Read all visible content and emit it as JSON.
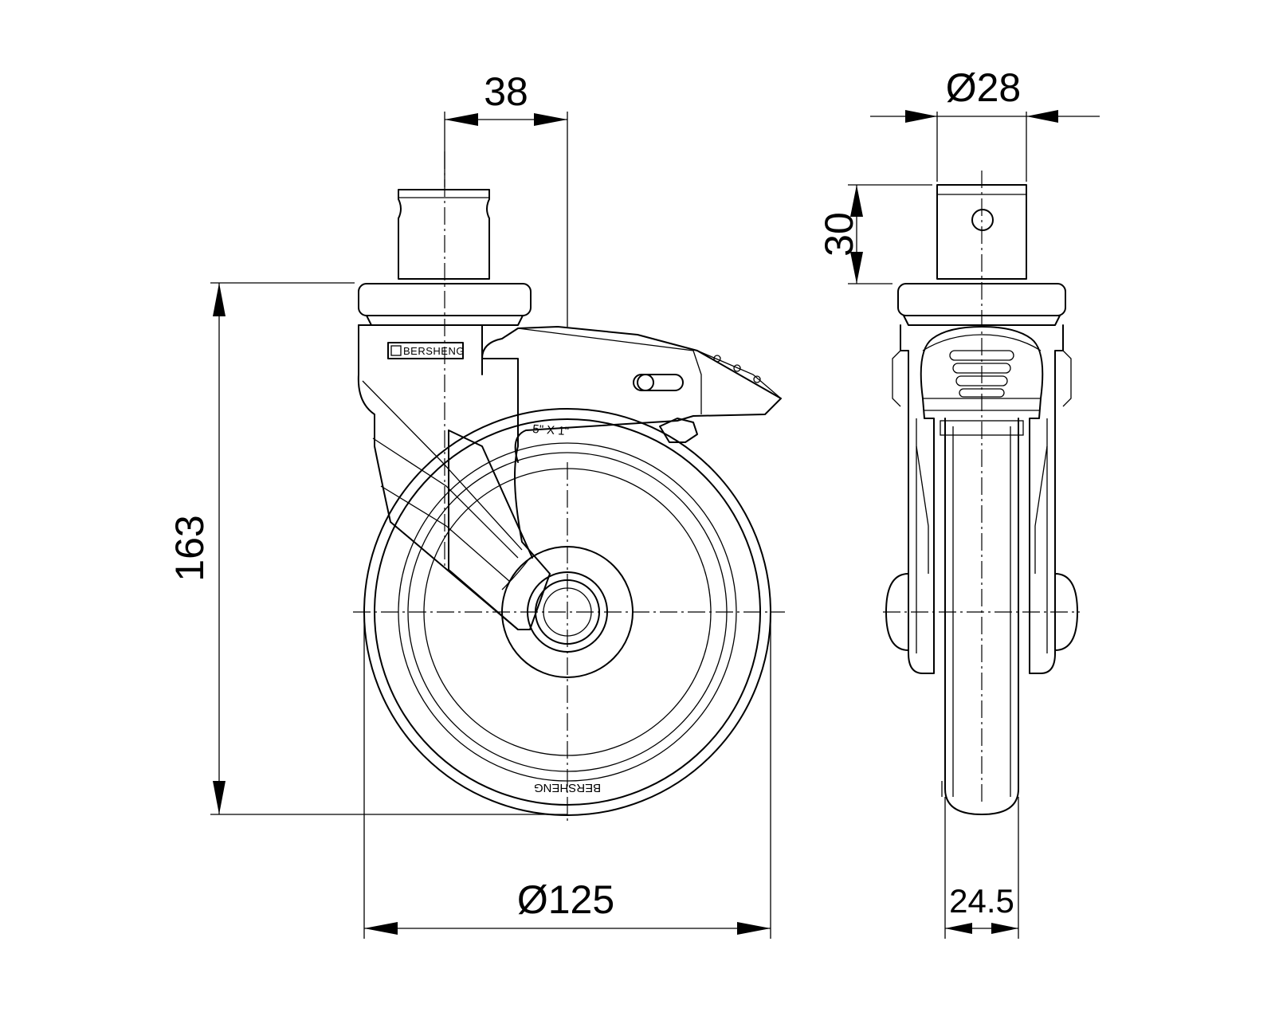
{
  "dimensions": {
    "stem_offset": "38",
    "stem_diameter": "Ø28",
    "stem_length": "30",
    "overall_height": "163",
    "wheel_diameter": "Ø125",
    "wheel_width": "24.5"
  },
  "markings": {
    "brand": "BERSHENG",
    "wheel_size": "5\" X 1\""
  }
}
